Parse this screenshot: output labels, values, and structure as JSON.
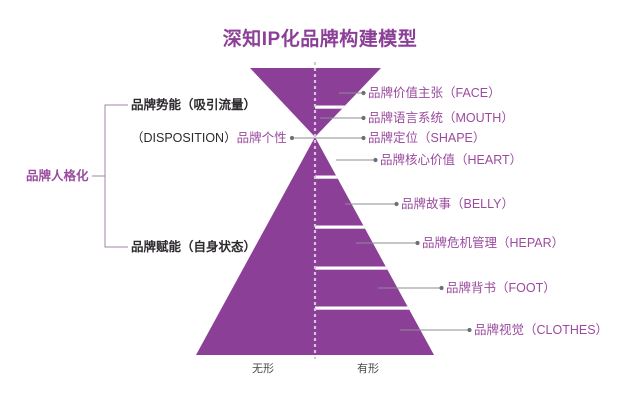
{
  "title": "深知IP化品牌构建模型",
  "colors": {
    "brand_purple": "#8b3f96",
    "label_purple": "#9b4a9e",
    "text_dark": "#2d2a2e",
    "leader_line": "#8e8e96",
    "divider": "#ffffff",
    "axis_text": "#4a4a4a",
    "center_dash": "#d9c2dd"
  },
  "diagram": {
    "type": "hourglass-pyramid",
    "description": "倒三角（品牌势能）与正三角（品牌赋能）在中心顶点相交，右半边被白色分隔线分为若干层",
    "center_divider_label_left": "无形",
    "center_divider_label_right": "有形"
  },
  "right_labels": [
    {
      "cn": "品牌价值主张",
      "en": "FACE",
      "text": "品牌价值主张（FACE）"
    },
    {
      "cn": "品牌语言系统",
      "en": "MOUTH",
      "text": "品牌语言系统（MOUTH）"
    },
    {
      "cn": "品牌定位",
      "en": "SHAPE",
      "text": "品牌定位（SHAPE）"
    },
    {
      "cn": "品牌核心价值",
      "en": "HEART",
      "text": "品牌核心价值（HEART）"
    },
    {
      "cn": "品牌故事",
      "en": "BELLY",
      "text": "品牌故事（BELLY）"
    },
    {
      "cn": "品牌危机管理",
      "en": "HEPAR",
      "text": "品牌危机管理（HEPAR）"
    },
    {
      "cn": "品牌背书",
      "en": "FOOT",
      "text": "品牌背书（FOOT）"
    },
    {
      "cn": "品牌视觉",
      "en": "CLOTHES",
      "text": "品牌视觉（CLOTHES）"
    }
  ],
  "left_labels": {
    "top": "品牌势能（吸引流量）",
    "disposition_latin": "（DISPOSITION）",
    "disposition_cn": "品牌个性",
    "bottom": "品牌赋能（自身状态）",
    "bracket_group": "品牌人格化"
  },
  "axis": {
    "left": "无形",
    "right": "有形"
  }
}
